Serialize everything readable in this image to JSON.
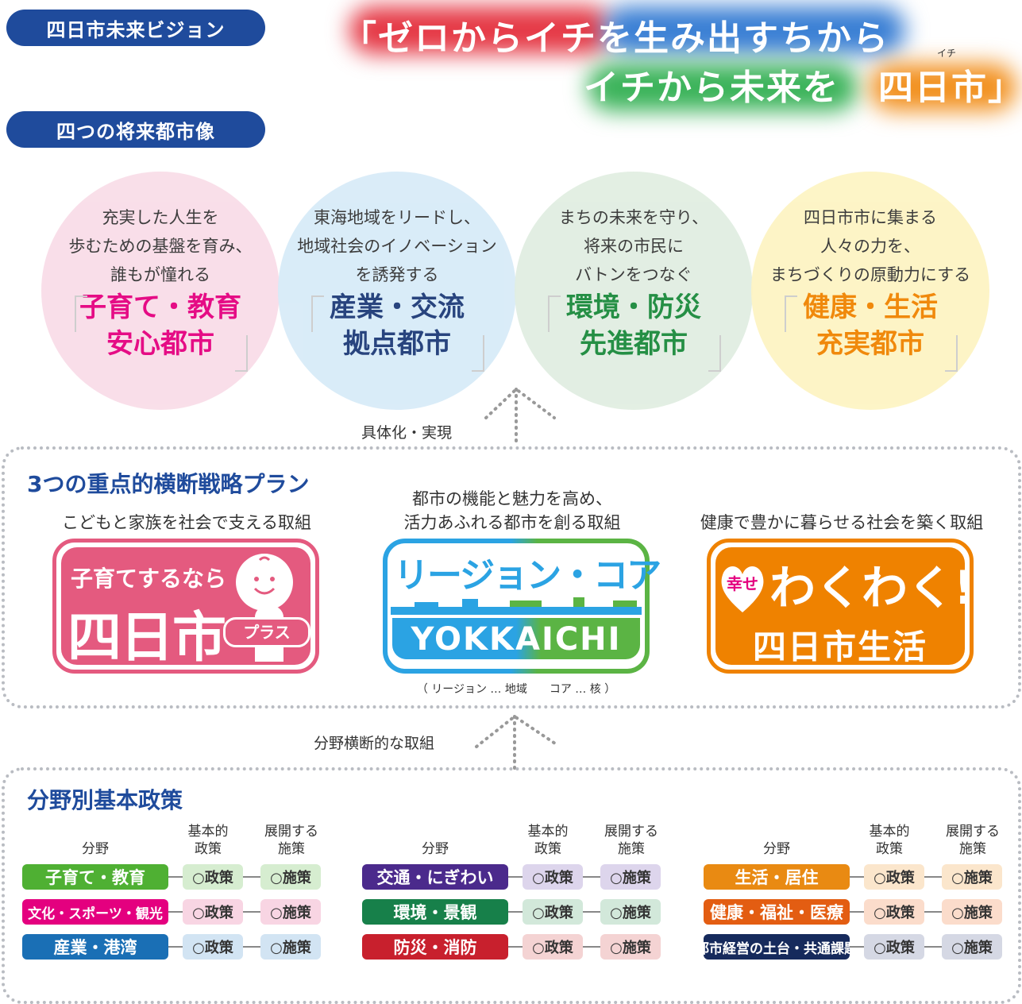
{
  "header": {
    "vision_label": "四日市未来ビジョン",
    "slogan_line1": "「ゼロからイチを生み出すちから",
    "slogan_line2_a": "イチから未来を",
    "slogan_line2_b": "四日市」",
    "ruby": "イチ",
    "glow_colors": [
      "#e53946",
      "#3a7fd4",
      "#3bb35a",
      "#f29222"
    ]
  },
  "future_section": {
    "label": "四つの将来都市像",
    "circles": [
      {
        "desc": [
          "充実した人生を",
          "歩むための基盤を育み、",
          "誰もが憧れる"
        ],
        "title": [
          "子育て・教育",
          "安心都市"
        ],
        "bg": "#f9dde8",
        "color": "#e4007f"
      },
      {
        "desc": [
          "東海地域をリードし、",
          "地域社会のイノベーション",
          "を誘発する"
        ],
        "title": [
          "産業・交流",
          "拠点都市"
        ],
        "bg": "#d8ebf8",
        "color": "#1d3a78"
      },
      {
        "desc": [
          "まちの未来を守り、",
          "将来の市民に",
          "バトンをつなぐ"
        ],
        "title": [
          "環境・防災",
          "先進都市"
        ],
        "bg": "#e1eee2",
        "color": "#1a8a3c"
      },
      {
        "desc": [
          "四日市市に集まる",
          "人々の力を、",
          "まちづくりの原動力にする"
        ],
        "title": [
          "健康・生活",
          "充実都市"
        ],
        "bg": "#fdf4c4",
        "color": "#f08300"
      }
    ]
  },
  "connector1": "具体化・実現",
  "strategy": {
    "title": "3つの重点的横断戦略プラン",
    "plans": [
      {
        "desc": [
          "こどもと家族を社会で支える取組"
        ],
        "logo_line1": "子育てするなら",
        "logo_line2": "四日市",
        "logo_tag": "プラス",
        "color": "#e45a7f"
      },
      {
        "desc": [
          "都市の機能と魅力を高め、",
          "活力あふれる都市を創る取組"
        ],
        "logo_line1": "リージョン・コア",
        "logo_line2": "YOKKAICHI",
        "note": "（ リージョン … 地域　　コア … 核 ）",
        "color_a": "#2ba3e3",
        "color_b": "#5bb444"
      },
      {
        "desc": [
          "健康で豊かに暮らせる社会を築く取組"
        ],
        "logo_badge": "幸せ",
        "logo_line1": "わくわく!",
        "logo_line2": "四日市生活",
        "color": "#ef8200"
      }
    ]
  },
  "connector2": "分野横断的な取組",
  "policy": {
    "title": "分野別基本政策",
    "head_field": "分野",
    "head_basic": [
      "基本的",
      "政策"
    ],
    "head_deploy": [
      "展開する",
      "施策"
    ],
    "chip_policy": "○政策",
    "chip_measure": "○施策",
    "columns": [
      [
        {
          "label": "子育て・教育",
          "color": "#4fb033",
          "chip": "#d6edd0"
        },
        {
          "label": "文化・スポーツ・観光",
          "color": "#e4007f",
          "chip": "#f8d5e3"
        },
        {
          "label": "産業・港湾",
          "color": "#1a6fb5",
          "chip": "#d2e4f3"
        }
      ],
      [
        {
          "label": "交通・にぎわい",
          "color": "#4b2a8c",
          "chip": "#ddd5ec"
        },
        {
          "label": "環境・景観",
          "color": "#17804a",
          "chip": "#d2e8da"
        },
        {
          "label": "防災・消防",
          "color": "#c8202d",
          "chip": "#f4d3d3"
        }
      ],
      [
        {
          "label": "生活・居住",
          "color": "#e98a12",
          "chip": "#fbe6cc"
        },
        {
          "label": "健康・福祉・医療",
          "color": "#e35d12",
          "chip": "#fbdccb"
        },
        {
          "label": "都市経営の土台・共通課題",
          "color": "#162a5c",
          "chip": "#d5d8e4"
        }
      ]
    ]
  }
}
